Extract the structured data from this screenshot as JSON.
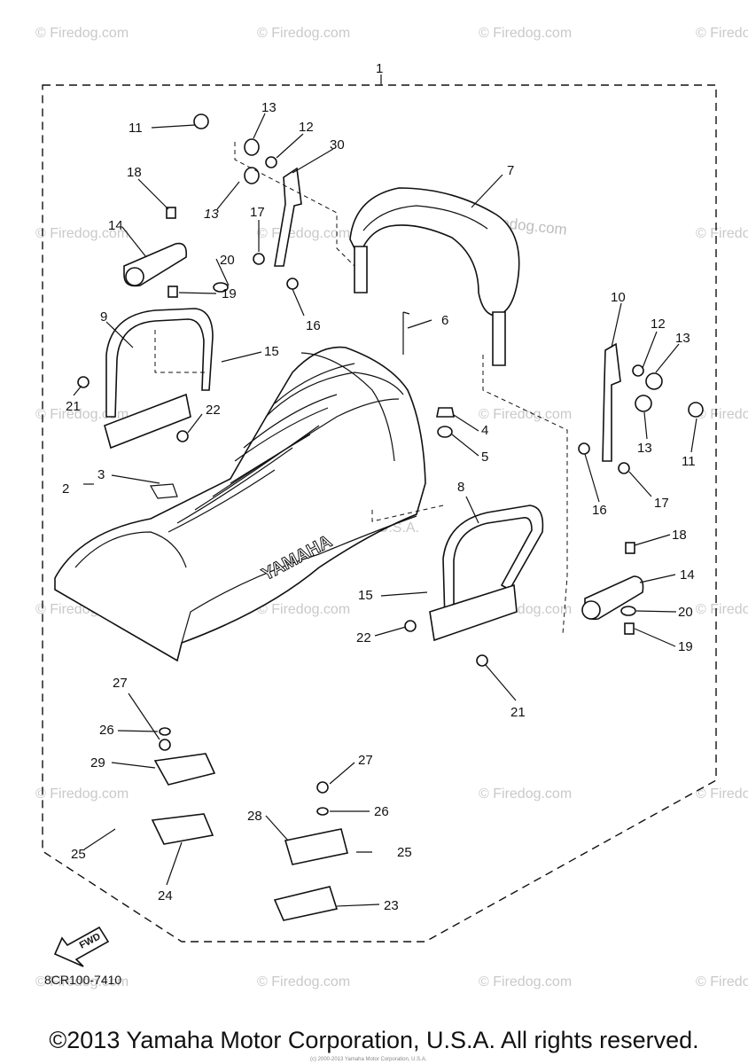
{
  "watermark": "© Firedog.com",
  "center_watermark": "© Firedog.com",
  "faint_mark": "Yamaha Motor Corp. U.S.A.",
  "brand_on_seat": "YAMAHA",
  "fwd_label": "FWD",
  "diagram_code": "8CR100-7410",
  "copyright": "©2013 Yamaha Motor Corporation, U.S.A. All rights reserved.",
  "tiny_copyright": "(c) 2000-2013 Yamaha Motor Corporation, U.S.A.",
  "callouts": [
    "1",
    "2",
    "3",
    "4",
    "5",
    "6",
    "7",
    "8",
    "9",
    "10",
    "11",
    "11",
    "12",
    "12",
    "13",
    "13",
    "13",
    "13",
    "14",
    "14",
    "15",
    "15",
    "16",
    "16",
    "17",
    "17",
    "18",
    "18",
    "19",
    "19",
    "20",
    "20",
    "21",
    "21",
    "22",
    "22",
    "23",
    "24",
    "25",
    "25",
    "26",
    "26",
    "27",
    "27",
    "28",
    "29",
    "30"
  ]
}
